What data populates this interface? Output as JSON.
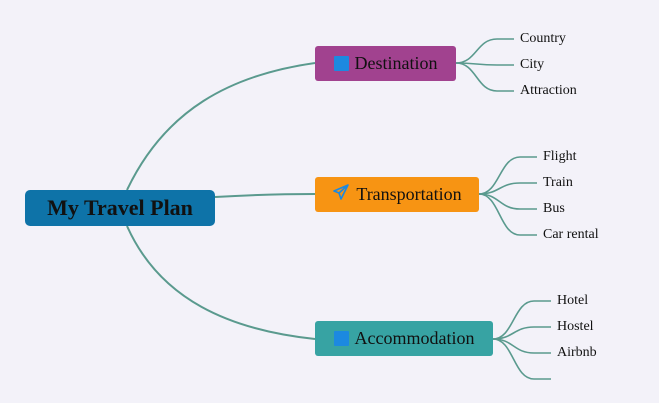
{
  "root": {
    "label": "My Travel Plan",
    "color": "#0e73a8"
  },
  "branches": [
    {
      "label": "Destination",
      "color": "#a1428f",
      "icon": "blue-square-icon",
      "children": [
        "Country",
        "City",
        "Attraction"
      ]
    },
    {
      "label": "Transportation",
      "color": "#f79413",
      "icon": "paper-plane-icon",
      "children": [
        "Flight",
        "Train",
        "Bus",
        "Car rental"
      ]
    },
    {
      "label": "Accommodation",
      "color": "#37a3a3",
      "icon": "blue-square-icon",
      "children": [
        "Hotel",
        "Hostel",
        "Airbnb",
        ""
      ]
    }
  ],
  "connector_color": "#5a9a8e"
}
